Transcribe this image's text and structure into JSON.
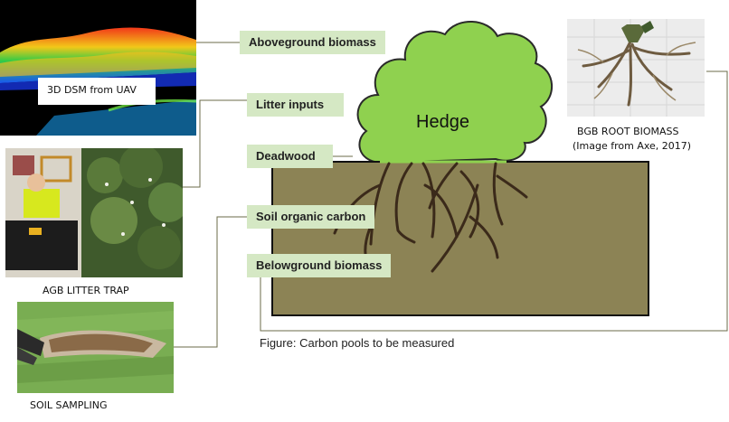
{
  "labels": {
    "aboveground": "Aboveground biomass",
    "litter": "Litter inputs",
    "deadwood": "Deadwood",
    "soil_carbon": "Soil organic carbon",
    "belowground": "Belowground biomass"
  },
  "hedge_label": "Hedge",
  "captions": {
    "dsm": "3D DSM from UAV",
    "litter_trap": "AGB LITTER TRAP",
    "soil_sampling": "SOIL SAMPLING",
    "bgb_line1": "BGB ROOT BIOMASS",
    "bgb_line2": "(Image from Axe, 2017)"
  },
  "figure_caption": "Figure: Carbon pools to be measured",
  "colors": {
    "label_bg": "#d5e8c4",
    "hedge_fill": "#8fd14f",
    "soil_fill": "#8c8355",
    "root": "#3b2a1a",
    "connector": "#6b6b4a"
  }
}
